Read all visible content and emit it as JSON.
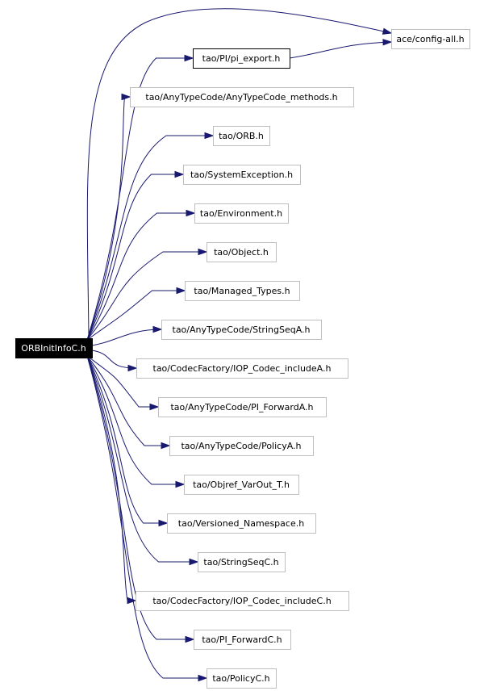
{
  "colors": {
    "edge": "#191970",
    "node_border": "#bfbfbf",
    "node_border_linked": "#000000",
    "root_fill": "#000000",
    "root_text": "#ffffff"
  },
  "root": {
    "id": "orbinitinfoc",
    "label": "ORBInitInfoC.h"
  },
  "nodes": [
    {
      "id": "config_all",
      "label": "ace/config-all.h"
    },
    {
      "id": "pi_export",
      "label": "tao/PI/pi_export.h",
      "linked": true
    },
    {
      "id": "anytypecode_methods",
      "label": "tao/AnyTypeCode/AnyTypeCode_methods.h"
    },
    {
      "id": "orb",
      "label": "tao/ORB.h"
    },
    {
      "id": "system_exception",
      "label": "tao/SystemException.h"
    },
    {
      "id": "environment",
      "label": "tao/Environment.h"
    },
    {
      "id": "object",
      "label": "tao/Object.h"
    },
    {
      "id": "managed_types",
      "label": "tao/Managed_Types.h"
    },
    {
      "id": "stringseqa",
      "label": "tao/AnyTypeCode/StringSeqA.h"
    },
    {
      "id": "iop_codec_includea",
      "label": "tao/CodecFactory/IOP_Codec_includeA.h"
    },
    {
      "id": "pi_forwarda",
      "label": "tao/AnyTypeCode/PI_ForwardA.h"
    },
    {
      "id": "policya",
      "label": "tao/AnyTypeCode/PolicyA.h"
    },
    {
      "id": "objref_varout",
      "label": "tao/Objref_VarOut_T.h"
    },
    {
      "id": "versioned_ns",
      "label": "tao/Versioned_Namespace.h"
    },
    {
      "id": "stringseqc",
      "label": "tao/StringSeqC.h"
    },
    {
      "id": "iop_codec_includec",
      "label": "tao/CodecFactory/IOP_Codec_includeC.h"
    },
    {
      "id": "pi_forwardc",
      "label": "tao/PI_ForwardC.h"
    },
    {
      "id": "policyc",
      "label": "tao/PolicyC.h"
    }
  ],
  "edges": [
    {
      "from": "orbinitinfoc",
      "to": "config_all"
    },
    {
      "from": "orbinitinfoc",
      "to": "pi_export"
    },
    {
      "from": "pi_export",
      "to": "config_all"
    },
    {
      "from": "orbinitinfoc",
      "to": "anytypecode_methods"
    },
    {
      "from": "orbinitinfoc",
      "to": "orb"
    },
    {
      "from": "orbinitinfoc",
      "to": "system_exception"
    },
    {
      "from": "orbinitinfoc",
      "to": "environment"
    },
    {
      "from": "orbinitinfoc",
      "to": "object"
    },
    {
      "from": "orbinitinfoc",
      "to": "managed_types"
    },
    {
      "from": "orbinitinfoc",
      "to": "stringseqa"
    },
    {
      "from": "orbinitinfoc",
      "to": "iop_codec_includea"
    },
    {
      "from": "orbinitinfoc",
      "to": "pi_forwarda"
    },
    {
      "from": "orbinitinfoc",
      "to": "policya"
    },
    {
      "from": "orbinitinfoc",
      "to": "objref_varout"
    },
    {
      "from": "orbinitinfoc",
      "to": "versioned_ns"
    },
    {
      "from": "orbinitinfoc",
      "to": "stringseqc"
    },
    {
      "from": "orbinitinfoc",
      "to": "iop_codec_includec"
    },
    {
      "from": "orbinitinfoc",
      "to": "pi_forwardc"
    },
    {
      "from": "orbinitinfoc",
      "to": "policyc"
    }
  ]
}
